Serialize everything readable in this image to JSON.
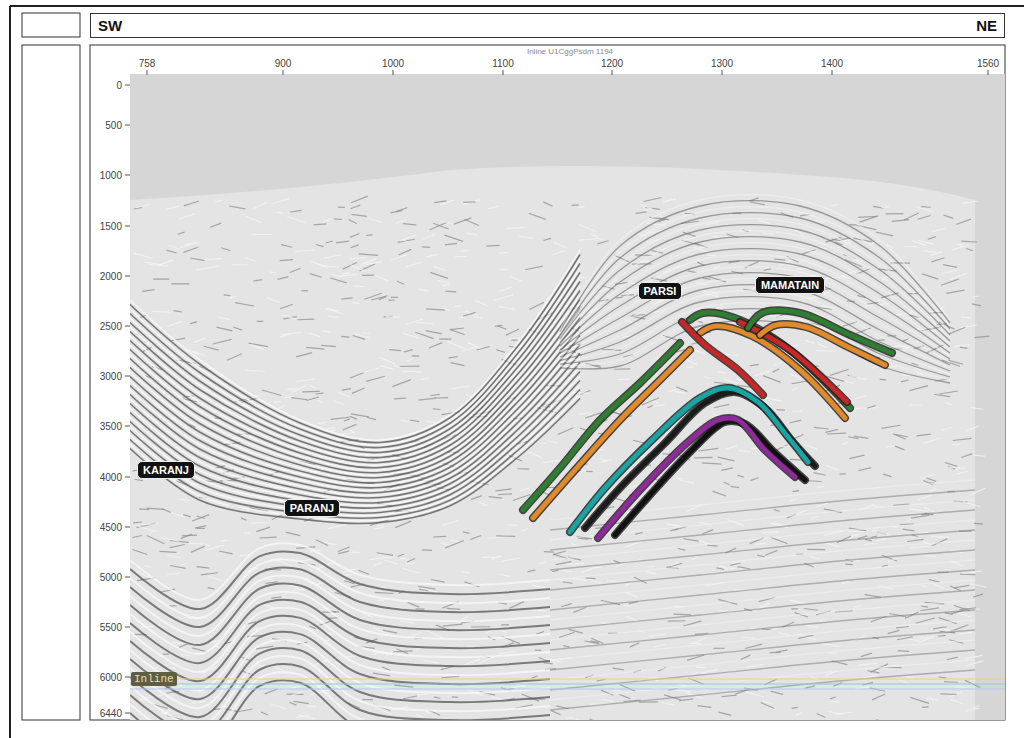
{
  "diagram": {
    "nodes": [
      {
        "text": [
          "SW",
          "NE"
        ]
      },
      {
        "text": [
          "PARSI"
        ]
      },
      {
        "text": [
          "MAMATAIN"
        ]
      },
      {
        "text": [
          "KARANJ"
        ]
      },
      {
        "text": [
          "PARANJ"
        ]
      },
      {
        "text": [
          "Inline"
        ]
      }
    ],
    "labels": [
      "Inline U1CggPsdm 1194",
      "758",
      "900",
      "1000",
      "1100",
      "1200",
      "1300",
      "1400",
      "1560",
      "0",
      "500",
      "1000",
      "1500",
      "2000",
      "2500",
      "3000",
      "3500",
      "4000",
      "4500",
      "5000",
      "5500",
      "6000",
      "6440"
    ]
  }
}
